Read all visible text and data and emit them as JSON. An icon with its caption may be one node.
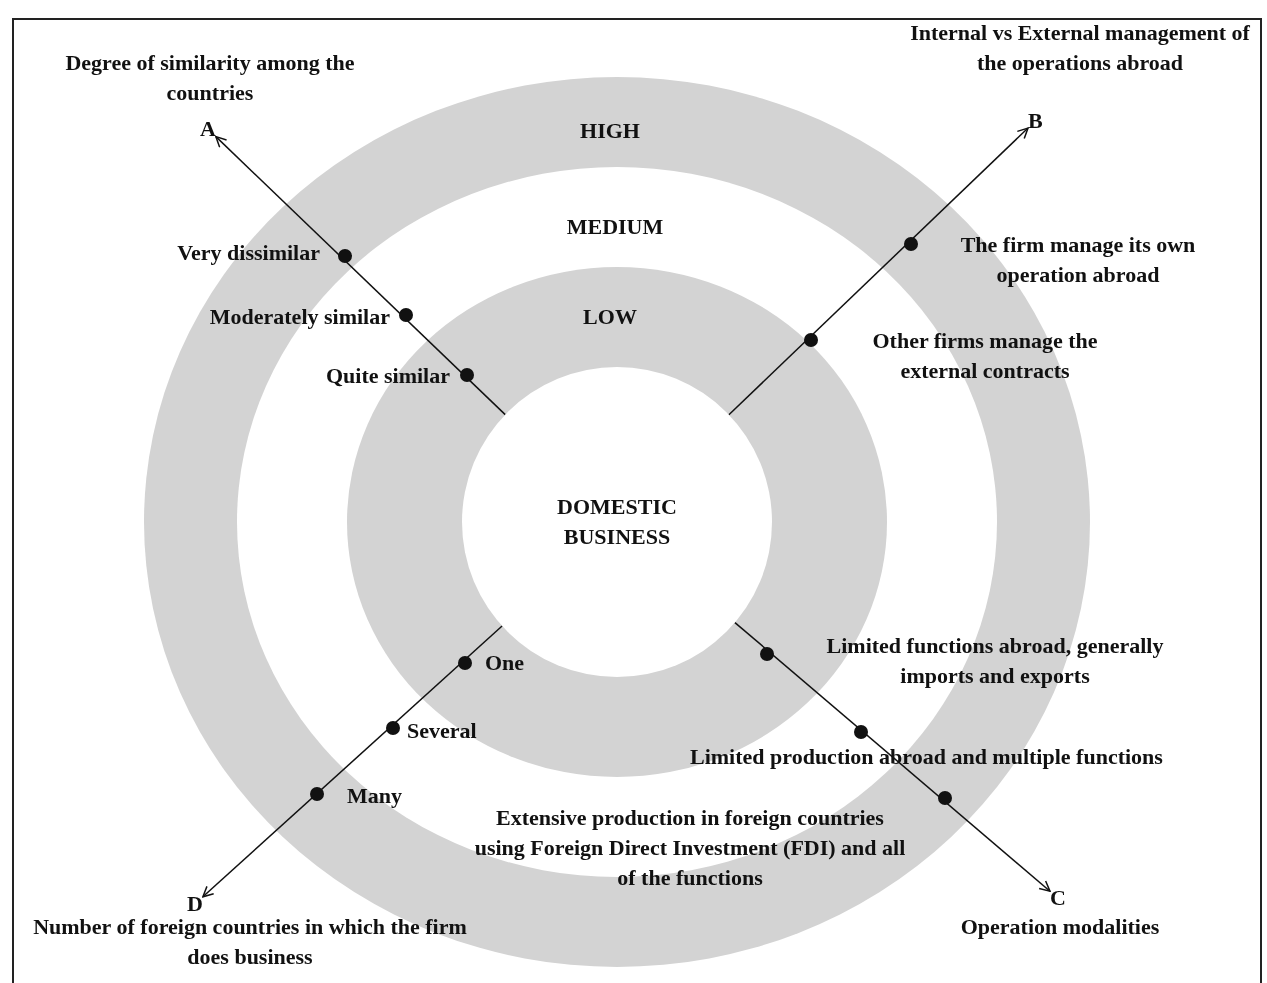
{
  "diagram": {
    "nodes": [
      {
        "text": [
          "DOMESTIC BUSINESS"
        ]
      },
      {
        "text": [
          "A"
        ],
        "beside": [
          "Degree of similarity among the countries"
        ]
      },
      {
        "text": [
          "B"
        ],
        "beside": [
          "Internal vs External management of the operations abroad"
        ]
      },
      {
        "text": [
          "C"
        ],
        "beside": [
          "Operation modalities"
        ]
      },
      {
        "text": [
          "D"
        ],
        "beside": [
          "Number of foreign countries in which the firm does business"
        ]
      }
    ],
    "edges": [
      {
        "from": 0,
        "to": 1,
        "arrow": "to"
      },
      {
        "from": 0,
        "to": 2,
        "arrow": "to"
      },
      {
        "from": 0,
        "to": 3,
        "arrow": "to"
      },
      {
        "from": 0,
        "to": 4,
        "arrow": "to"
      }
    ],
    "labels": [
      "HIGH",
      "MEDIUM",
      "LOW",
      "Very dissimilar",
      "Moderately similar",
      "Quite similar",
      "The firm manage its own operation abroad",
      "Other firms manage the external contracts",
      "One",
      "Several",
      "Many",
      "Limited functions abroad, generally imports and exports",
      "Limited production abroad and multiple functions",
      "Extensive production in foreign countries using Foreign Direct Investment (FDI) and all of the functions"
    ]
  }
}
